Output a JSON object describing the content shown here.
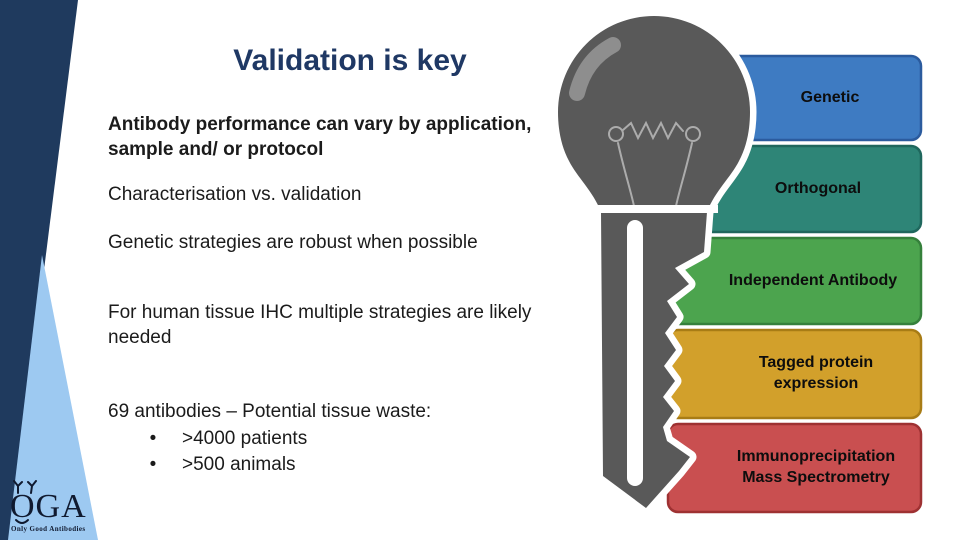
{
  "slide": {
    "title": "Validation is key",
    "body": {
      "intro_bold": "Antibody performance can vary by application, sample and/ or protocol",
      "line1": "Characterisation vs. validation",
      "line2": "Genetic strategies are robust when possible",
      "line3": "For human tissue IHC multiple strategies are likely needed",
      "stats_heading": "69 antibodies – Potential tissue waste:",
      "bullet_glyph": "•",
      "bullets": [
        ">4000 patients",
        ">500 animals"
      ]
    }
  },
  "key_diagram": {
    "description": "lightbulb-shaped key with five strategy teeth",
    "key_color": "#595959",
    "items": [
      {
        "label": "Genetic",
        "color": "#3E7BC2",
        "border": "#2B5B9E"
      },
      {
        "label": "Orthogonal",
        "color": "#2E8577",
        "border": "#1F675D"
      },
      {
        "label": "Independent Antibody",
        "color": "#4CA44E",
        "border": "#35803B"
      },
      {
        "label": "Tagged protein expression",
        "color": "#D2A02B",
        "border": "#A87C15"
      },
      {
        "label": "Immunoprecipitation Mass Spectrometry",
        "color": "#C94F50",
        "border": "#9E3132"
      }
    ]
  },
  "logo": {
    "name": "OGA",
    "tagline": "Only Good Antibodies"
  },
  "colors": {
    "title": "#1F3864",
    "accent_dark_triangle": "#1F3A5E",
    "accent_light_triangle": "#9DC9F1"
  }
}
